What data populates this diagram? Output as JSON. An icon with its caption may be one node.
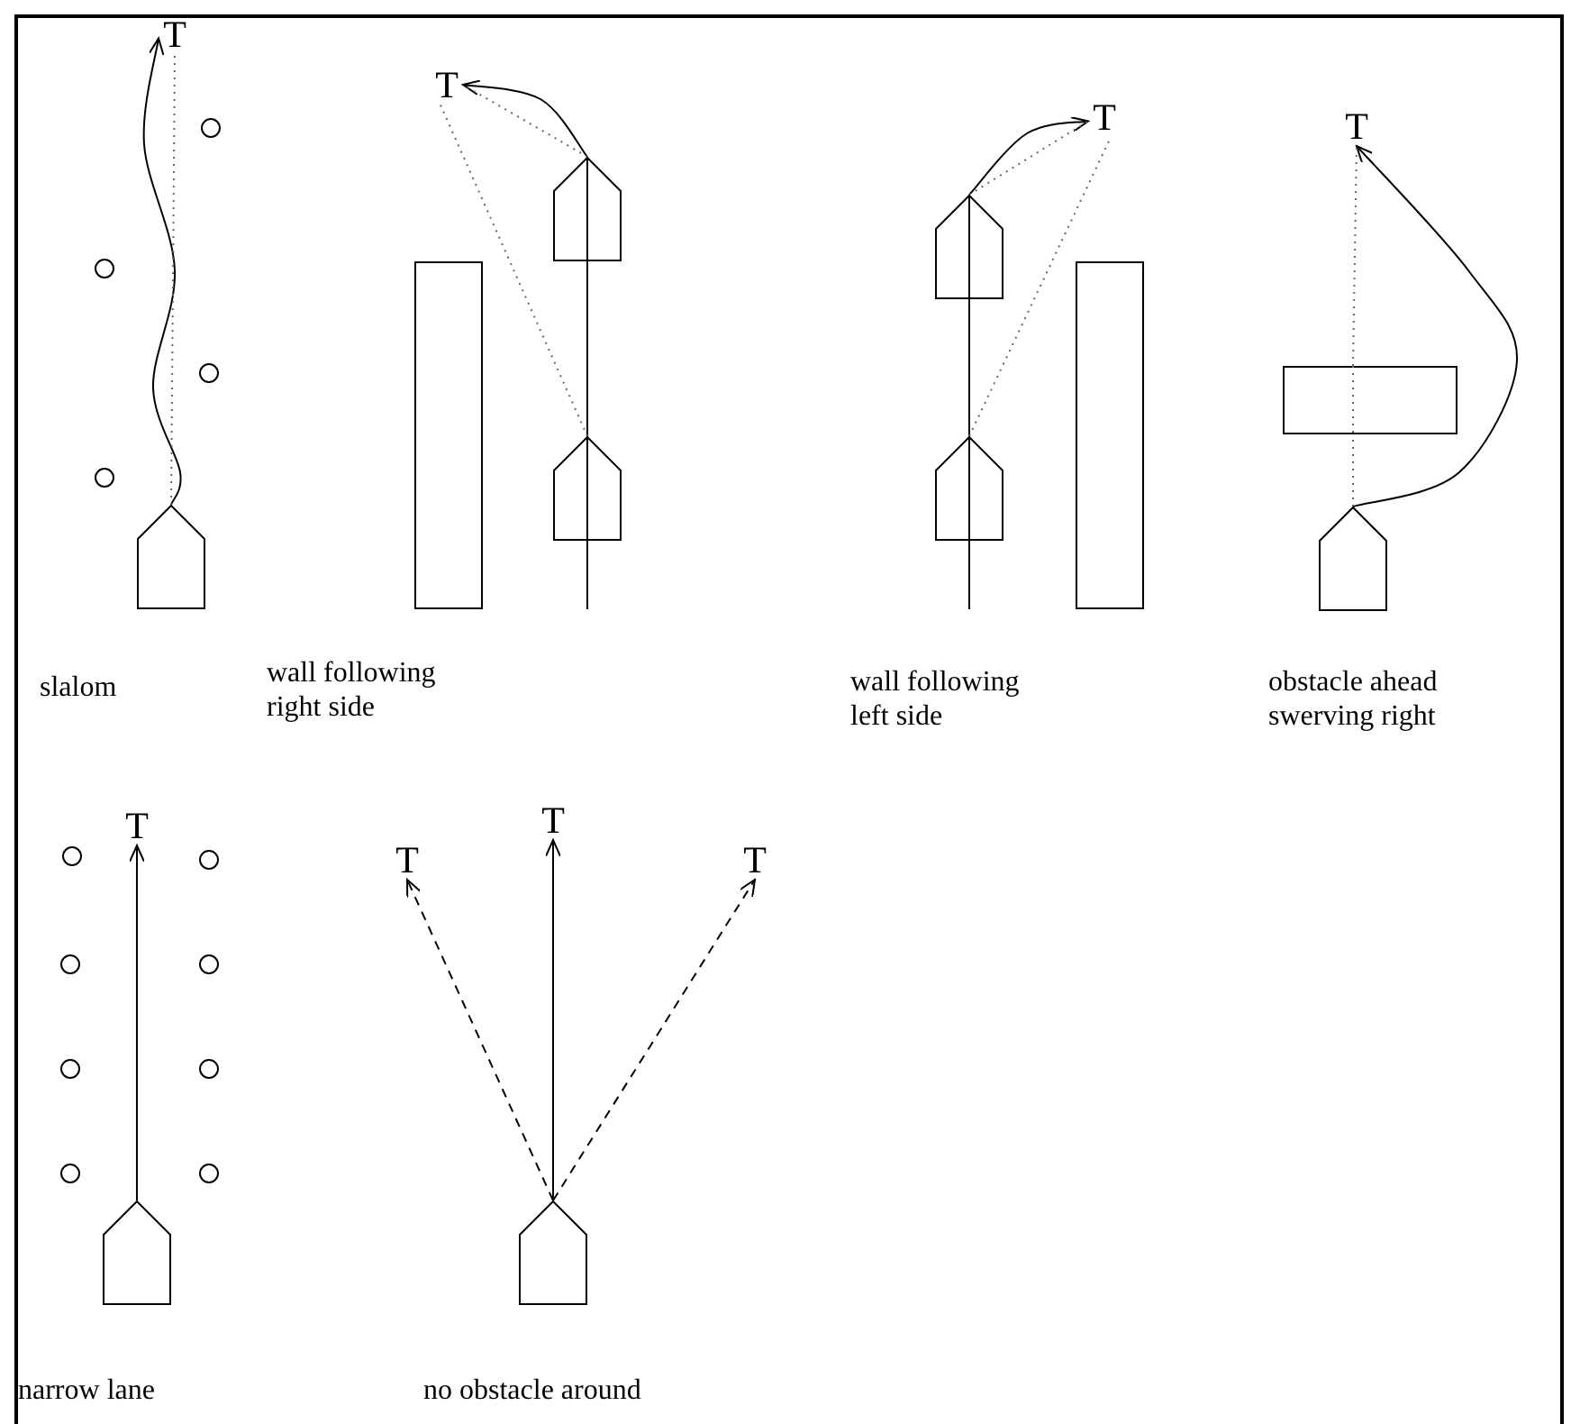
{
  "diagram": {
    "nodes": [
      {
        "text": [
          "T"
        ]
      },
      {
        "text": [],
        "shape": "pentagon"
      },
      {
        "text": [
          "T"
        ]
      },
      {
        "text": [],
        "shape": "pentagon"
      },
      {
        "text": [],
        "shape": "pentagon"
      },
      {
        "text": [
          "T"
        ]
      },
      {
        "text": [],
        "shape": "pentagon"
      },
      {
        "text": [],
        "shape": "pentagon"
      },
      {
        "text": [
          "T"
        ]
      },
      {
        "text": [],
        "shape": "pentagon"
      },
      {
        "text": [
          "T"
        ]
      },
      {
        "text": [],
        "shape": "pentagon"
      },
      {
        "text": [
          "T"
        ]
      },
      {
        "text": [
          "T"
        ]
      },
      {
        "text": [
          "T"
        ]
      },
      {
        "text": [],
        "shape": "pentagon"
      },
      {
        "text": [],
        "shape": "box"
      },
      {
        "text": [],
        "shape": "box"
      },
      {
        "text": [],
        "shape": "box"
      }
    ],
    "edges": [
      {
        "from": 1,
        "to": 0,
        "arrow": "to"
      },
      {
        "from": 1,
        "to": 0,
        "arrow": "none",
        "style": "dashed",
        "color": "#666666"
      },
      {
        "from": 3,
        "to": 2,
        "arrow": "to"
      },
      {
        "from": 3,
        "to": 2,
        "arrow": "none",
        "style": "dashed",
        "color": "#666666"
      },
      {
        "from": 4,
        "to": 2,
        "arrow": "none",
        "style": "dashed",
        "color": "#666666"
      },
      {
        "from": 6,
        "to": 5,
        "arrow": "to"
      },
      {
        "from": 6,
        "to": 5,
        "arrow": "none",
        "style": "dashed",
        "color": "#666666"
      },
      {
        "from": 7,
        "to": 5,
        "arrow": "none",
        "style": "dashed",
        "color": "#666666"
      },
      {
        "from": 9,
        "to": 8,
        "arrow": "to"
      },
      {
        "from": 9,
        "to": 18,
        "arrow": "none",
        "style": "dashed",
        "color": "#666666"
      },
      {
        "from": 11,
        "to": 10,
        "arrow": "to"
      },
      {
        "from": 15,
        "to": 12,
        "arrow": "to",
        "style": "dashed"
      },
      {
        "from": 15,
        "to": 13,
        "arrow": "to"
      },
      {
        "from": 15,
        "to": 14,
        "arrow": "to",
        "style": "dashed"
      },
      {
        "from": 18,
        "to": 8,
        "arrow": "none",
        "style": "dashed",
        "color": "#666666"
      }
    ],
    "labels": [
      "slalom",
      "wall following right side",
      "wall following left side",
      "obstacle ahead swerving right",
      "narrow lane",
      "no obstacle around"
    ]
  }
}
